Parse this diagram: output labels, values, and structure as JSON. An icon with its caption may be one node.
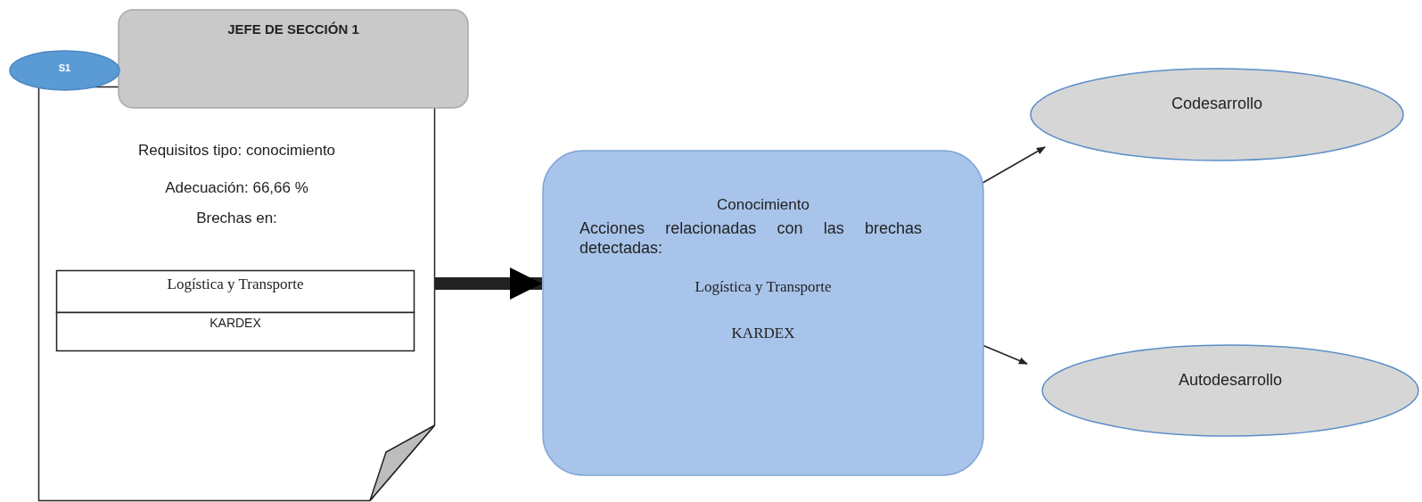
{
  "diagram": {
    "nodes": [
      {
        "text": [
          "S1"
        ]
      },
      {
        "text": [
          "JEFE DE SECCIÓN 1"
        ]
      },
      {
        "text": [
          "Requisitos tipo: conocimiento",
          "Adecuación: 66,66 %",
          "Brechas en:"
        ]
      },
      {
        "text": [
          "Logística y Transporte"
        ],
        "in": 2
      },
      {
        "text": [
          "KARDEX"
        ],
        "in": 2
      },
      {
        "text": [
          "Conocimiento",
          "Acciones relacionadas con las brechas detectadas:",
          "Logística y Transporte",
          "KARDEX"
        ]
      },
      {
        "text": [
          "Codesarrollo"
        ]
      },
      {
        "text": [
          "Autodesarrollo"
        ]
      }
    ],
    "edges": [
      {
        "from": 2,
        "to": 5,
        "arrow": "to",
        "style": "thick"
      },
      {
        "from": 5,
        "to": 6,
        "arrow": "to"
      },
      {
        "from": 5,
        "to": 7,
        "arrow": "to"
      }
    ]
  }
}
